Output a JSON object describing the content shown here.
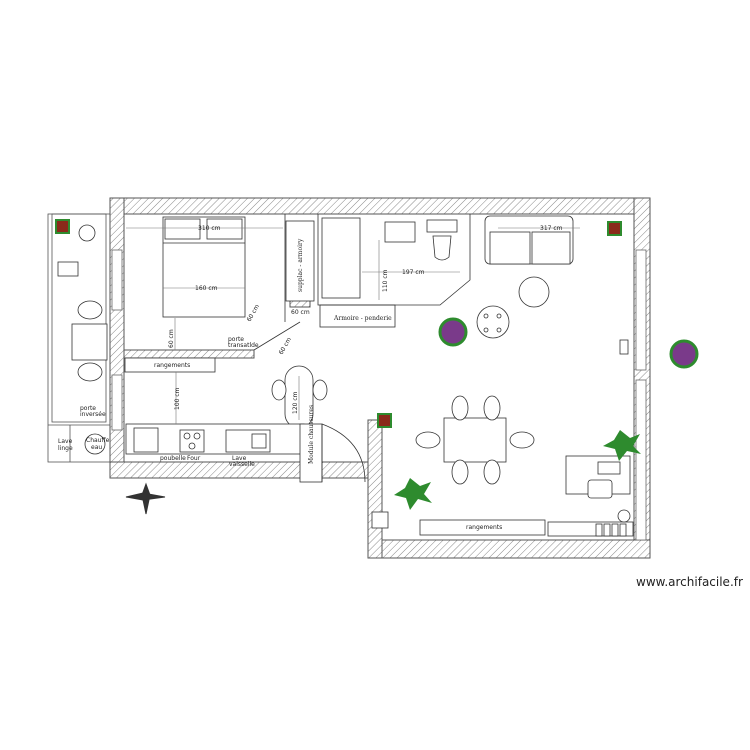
{
  "labels": {
    "dim_top_left": "310 cm",
    "dim_bed": "160 cm",
    "dim_60_left": "60 cm",
    "dim_100": "100 cm",
    "dim_120": "120 cm",
    "dim_60_diag": "60 cm",
    "dim_60_small": "60 cm",
    "dim_60_diag2": "60 cm",
    "dim_197": "197 cm",
    "dim_317": "317 cm",
    "dim_110": "110 cm",
    "rangements_left": "rangements",
    "rangements_right": "rangements",
    "porte_transat": "porte",
    "porte_transat_2": "transatlde",
    "porte_inversee": "porte",
    "porte_inversee_2": "inversée",
    "lave_linge": "Lave",
    "lave_linge_2": "linge",
    "chauffe_eau": "Chauffe",
    "chauffe_eau_2": "eau",
    "poubelle": "poubelle",
    "four": "Four",
    "lave_vaisselle": "Lave",
    "lave_vaisselle_2": "vaisselle",
    "placard_vertical": "supplac - armoiry",
    "armoire_penderie": "Armoire - penderie",
    "module_chaussures": "Module chaussures"
  },
  "watermark": "www.archifacile.fr",
  "colors": {
    "wall": "#555555",
    "line": "#333333",
    "plant_green": "#2e8b2e",
    "plant_purple": "#7a3a8a",
    "window": "#666666"
  }
}
